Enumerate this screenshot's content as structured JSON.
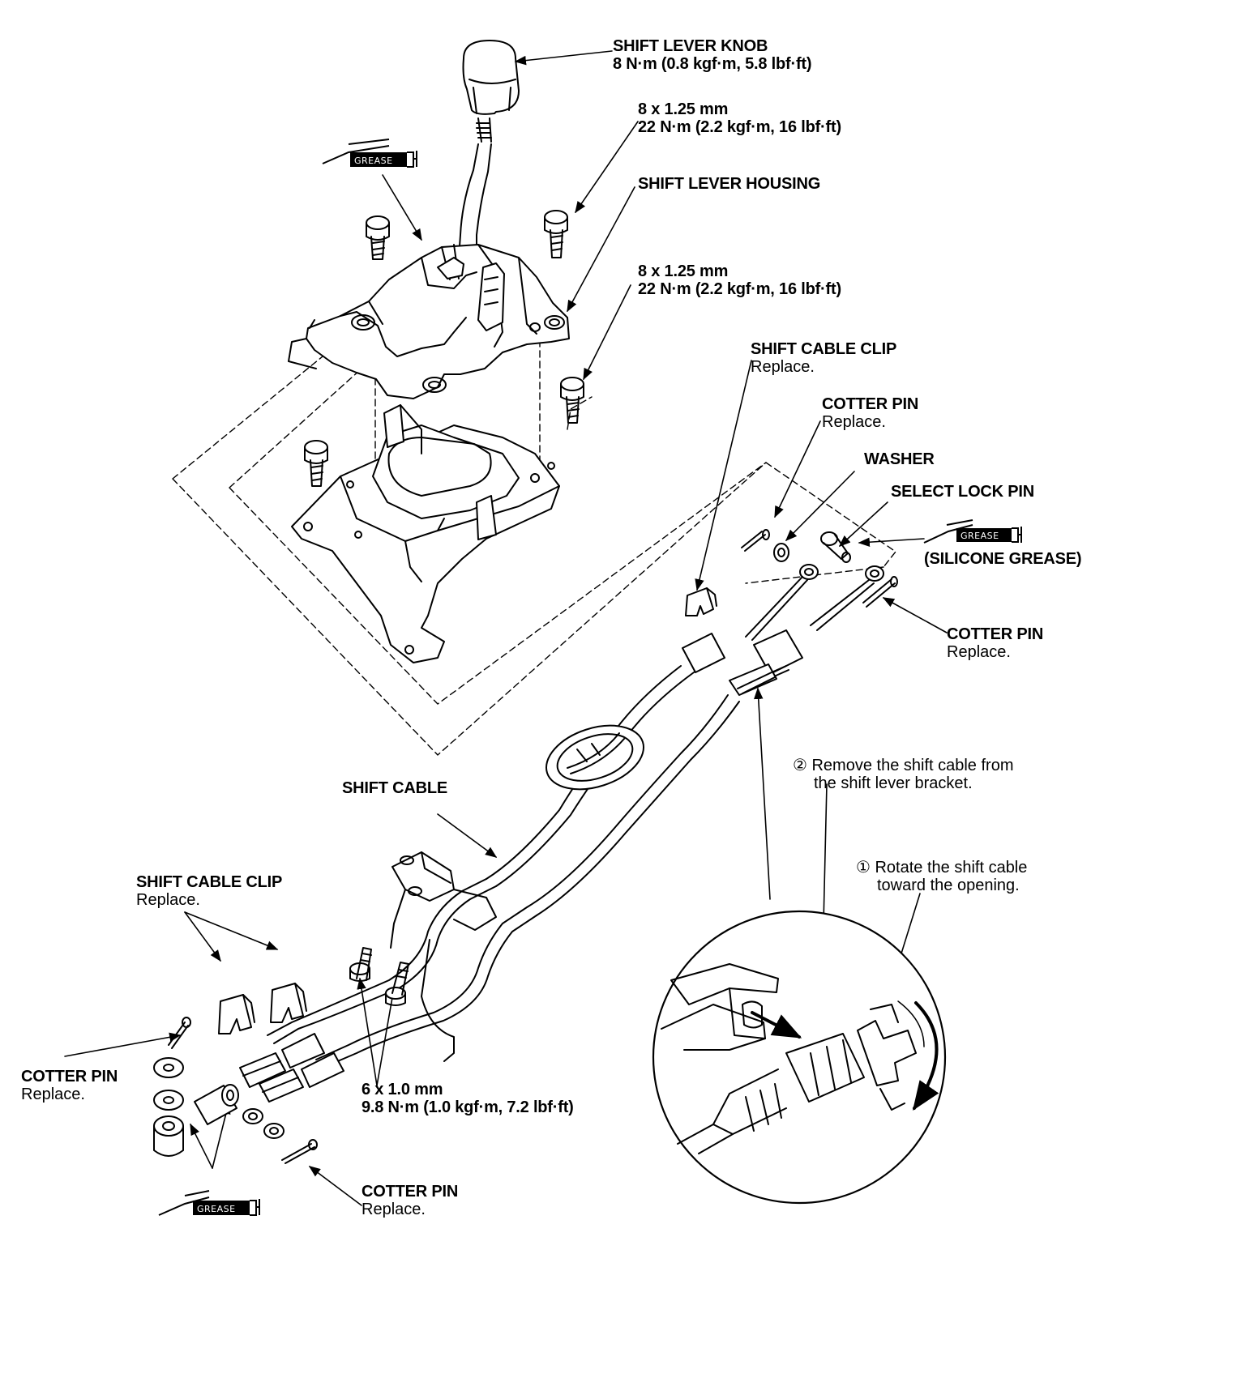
{
  "labels": {
    "knob": {
      "title": "SHIFT LEVER KNOB",
      "spec": "8 N·m (0.8 kgf·m, 5.8 lbf·ft)"
    },
    "bolt_top": {
      "size": "8 x 1.25 mm",
      "spec": "22 N·m (2.2 kgf·m, 16 lbf·ft)"
    },
    "housing": {
      "title": "SHIFT LEVER HOUSING"
    },
    "bolt_mid": {
      "size": "8 x 1.25 mm",
      "spec": "22 N·m (2.2 kgf·m, 16 lbf·ft)"
    },
    "clip_right": {
      "title": "SHIFT CABLE CLIP",
      "note": "Replace."
    },
    "cotter_top": {
      "title": "COTTER PIN",
      "note": "Replace."
    },
    "washer": {
      "title": "WASHER"
    },
    "select_pin": {
      "title": "SELECT LOCK PIN"
    },
    "silicone": {
      "title": "(SILICONE GREASE)"
    },
    "cotter_right": {
      "title": "COTTER PIN",
      "note": "Replace."
    },
    "step2": {
      "line1": "② Remove the shift cable from",
      "line2": "the shift lever bracket."
    },
    "shift_cable": {
      "title": "SHIFT CABLE"
    },
    "step1": {
      "line1": "① Rotate the shift cable",
      "line2": "toward the opening."
    },
    "clip_left": {
      "title": "SHIFT CABLE CLIP",
      "note": "Replace."
    },
    "cotter_left": {
      "title": "COTTER PIN",
      "note": "Replace."
    },
    "bolt_low": {
      "size": "6 x 1.0 mm",
      "spec": "9.8 N·m (1.0 kgf·m, 7.2 lbf·ft)"
    },
    "cotter_bottom": {
      "title": "COTTER PIN",
      "note": "Replace."
    }
  },
  "grease_tag": "GREASE"
}
